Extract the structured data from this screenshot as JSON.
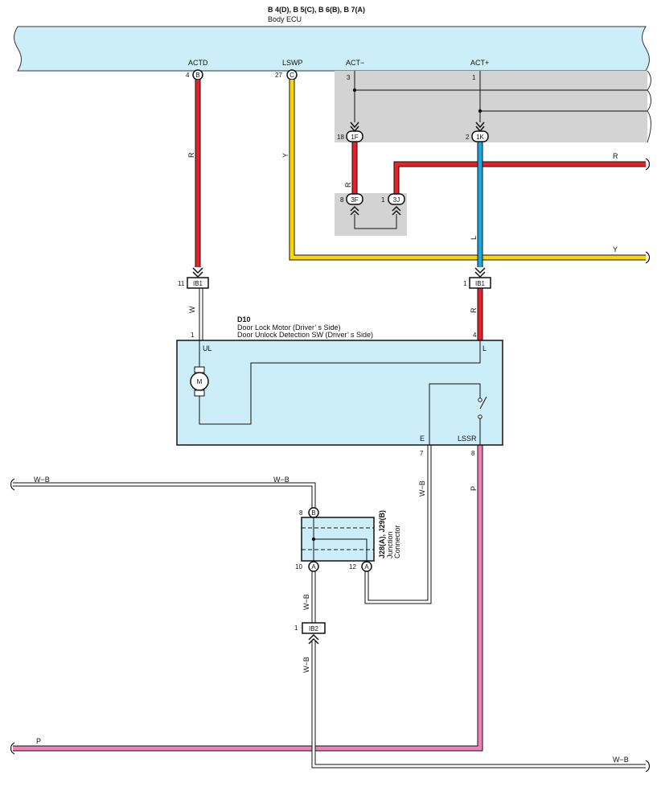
{
  "ecu": {
    "connectors": "B 4(D), B 5(C), B 6(B), B 7(A)",
    "name": "Body ECU",
    "terminals": {
      "actd": {
        "name": "ACTD",
        "pin": "4",
        "conn": "B"
      },
      "lswp": {
        "name": "LSWP",
        "pin": "27",
        "conn": "C"
      },
      "actm": {
        "name": "ACT−",
        "pin": "3"
      },
      "actp": {
        "name": "ACT+",
        "pin": "1"
      }
    }
  },
  "junctions": {
    "j1f": {
      "pin": "18",
      "label": "1F"
    },
    "j1k": {
      "pin": "2",
      "label": "1K"
    },
    "j3f": {
      "pin": "8",
      "label": "3F"
    },
    "j3j": {
      "pin": "1",
      "label": "3J"
    },
    "ib1_left": {
      "pin": "11",
      "label": "IB1"
    },
    "ib1_right": {
      "pin": "1",
      "label": "IB1"
    },
    "ib2": {
      "pin": "1",
      "label": "IB2"
    }
  },
  "wires": {
    "actd": "R",
    "lswp": "Y",
    "jumper": "R",
    "r_right": "R",
    "l": "L",
    "y_right": "Y",
    "w": "W",
    "r_motor": "R",
    "wb_e": "W−B",
    "p": "P",
    "wb_top_left": "W−B",
    "wb_top_mid": "W−B",
    "wb_vert1": "W−B",
    "wb_vert2": "W−B",
    "p_bottom": "P",
    "wb_bottom": "W−B"
  },
  "motor": {
    "id": "D10",
    "line1": "Door Lock Motor (Driver’ s Side)",
    "line2": "Door Unlock Detection SW (Driver’ s Side)",
    "pins": {
      "ul": "1",
      "l": "4",
      "e": "7",
      "lssr": "8"
    },
    "terms": {
      "ul": "UL",
      "l": "L",
      "e": "E",
      "lssr": "LSSR"
    },
    "motor_symbol": "M"
  },
  "jconn": {
    "title": "J28(A), J29(B)",
    "line1": "Junction",
    "line2": "Connector",
    "pin_top": {
      "pin": "8",
      "conn": "B"
    },
    "pin_bl": {
      "pin": "10",
      "conn": "A"
    },
    "pin_br": {
      "pin": "12",
      "conn": "A"
    }
  },
  "colors": {
    "red": "#e8202a",
    "yellow": "#fbd600",
    "blue": "#1aa8e0",
    "pink": "#f081b8",
    "panel": "#cceef8",
    "gray": "#d3d3d3"
  }
}
